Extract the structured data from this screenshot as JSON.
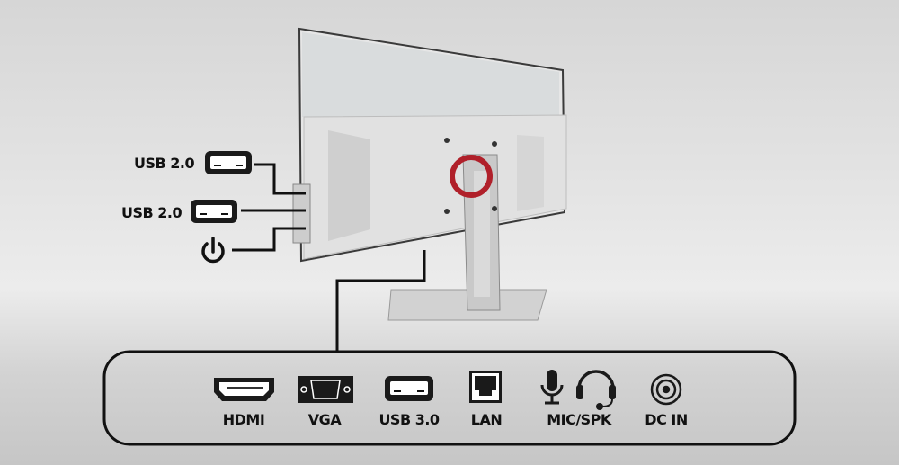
{
  "side_ports": [
    {
      "label": "USB 2.0",
      "icon": "usb-a-icon"
    },
    {
      "label": "USB 2.0",
      "icon": "usb-a-icon"
    },
    {
      "label": "",
      "icon": "power-icon"
    }
  ],
  "rear_ports": [
    {
      "label": "HDMI",
      "icon": "hdmi-icon"
    },
    {
      "label": "VGA",
      "icon": "vga-icon"
    },
    {
      "label": "USB 3.0",
      "icon": "usb-a-icon"
    },
    {
      "label": "LAN",
      "icon": "ethernet-icon"
    },
    {
      "label": "MIC/SPK",
      "icon": "microphone-headset-icon"
    },
    {
      "label": "DC IN",
      "icon": "dc-jack-icon"
    }
  ],
  "colors": {
    "accent": "#b0202a",
    "line": "#111111",
    "body": "#e4e4e4"
  }
}
